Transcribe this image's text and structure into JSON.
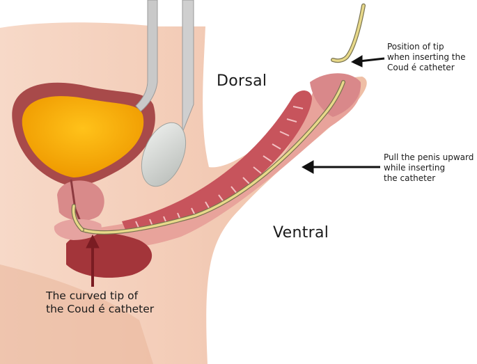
{
  "labels": {
    "dorsal": "Dorsal",
    "ventral": "Ventral",
    "tip_position": [
      "Position of tip",
      "when inserting the",
      "Coud é  catheter"
    ],
    "pull": [
      "Pull the penis upward",
      "while inserting",
      "the catheter"
    ],
    "curved_tip": [
      "The curved tip of",
      "the  Coud é  catheter"
    ]
  },
  "colors": {
    "skin": "#f2c7b0",
    "tissue": "#d98a8a",
    "bladder_wall": "#a84a4a",
    "urine": "#f5a800",
    "dark_tissue": "#a3353a",
    "catheter": "#e8d98a",
    "catheter_edge": "#7a7450",
    "arrow": "#111111"
  }
}
